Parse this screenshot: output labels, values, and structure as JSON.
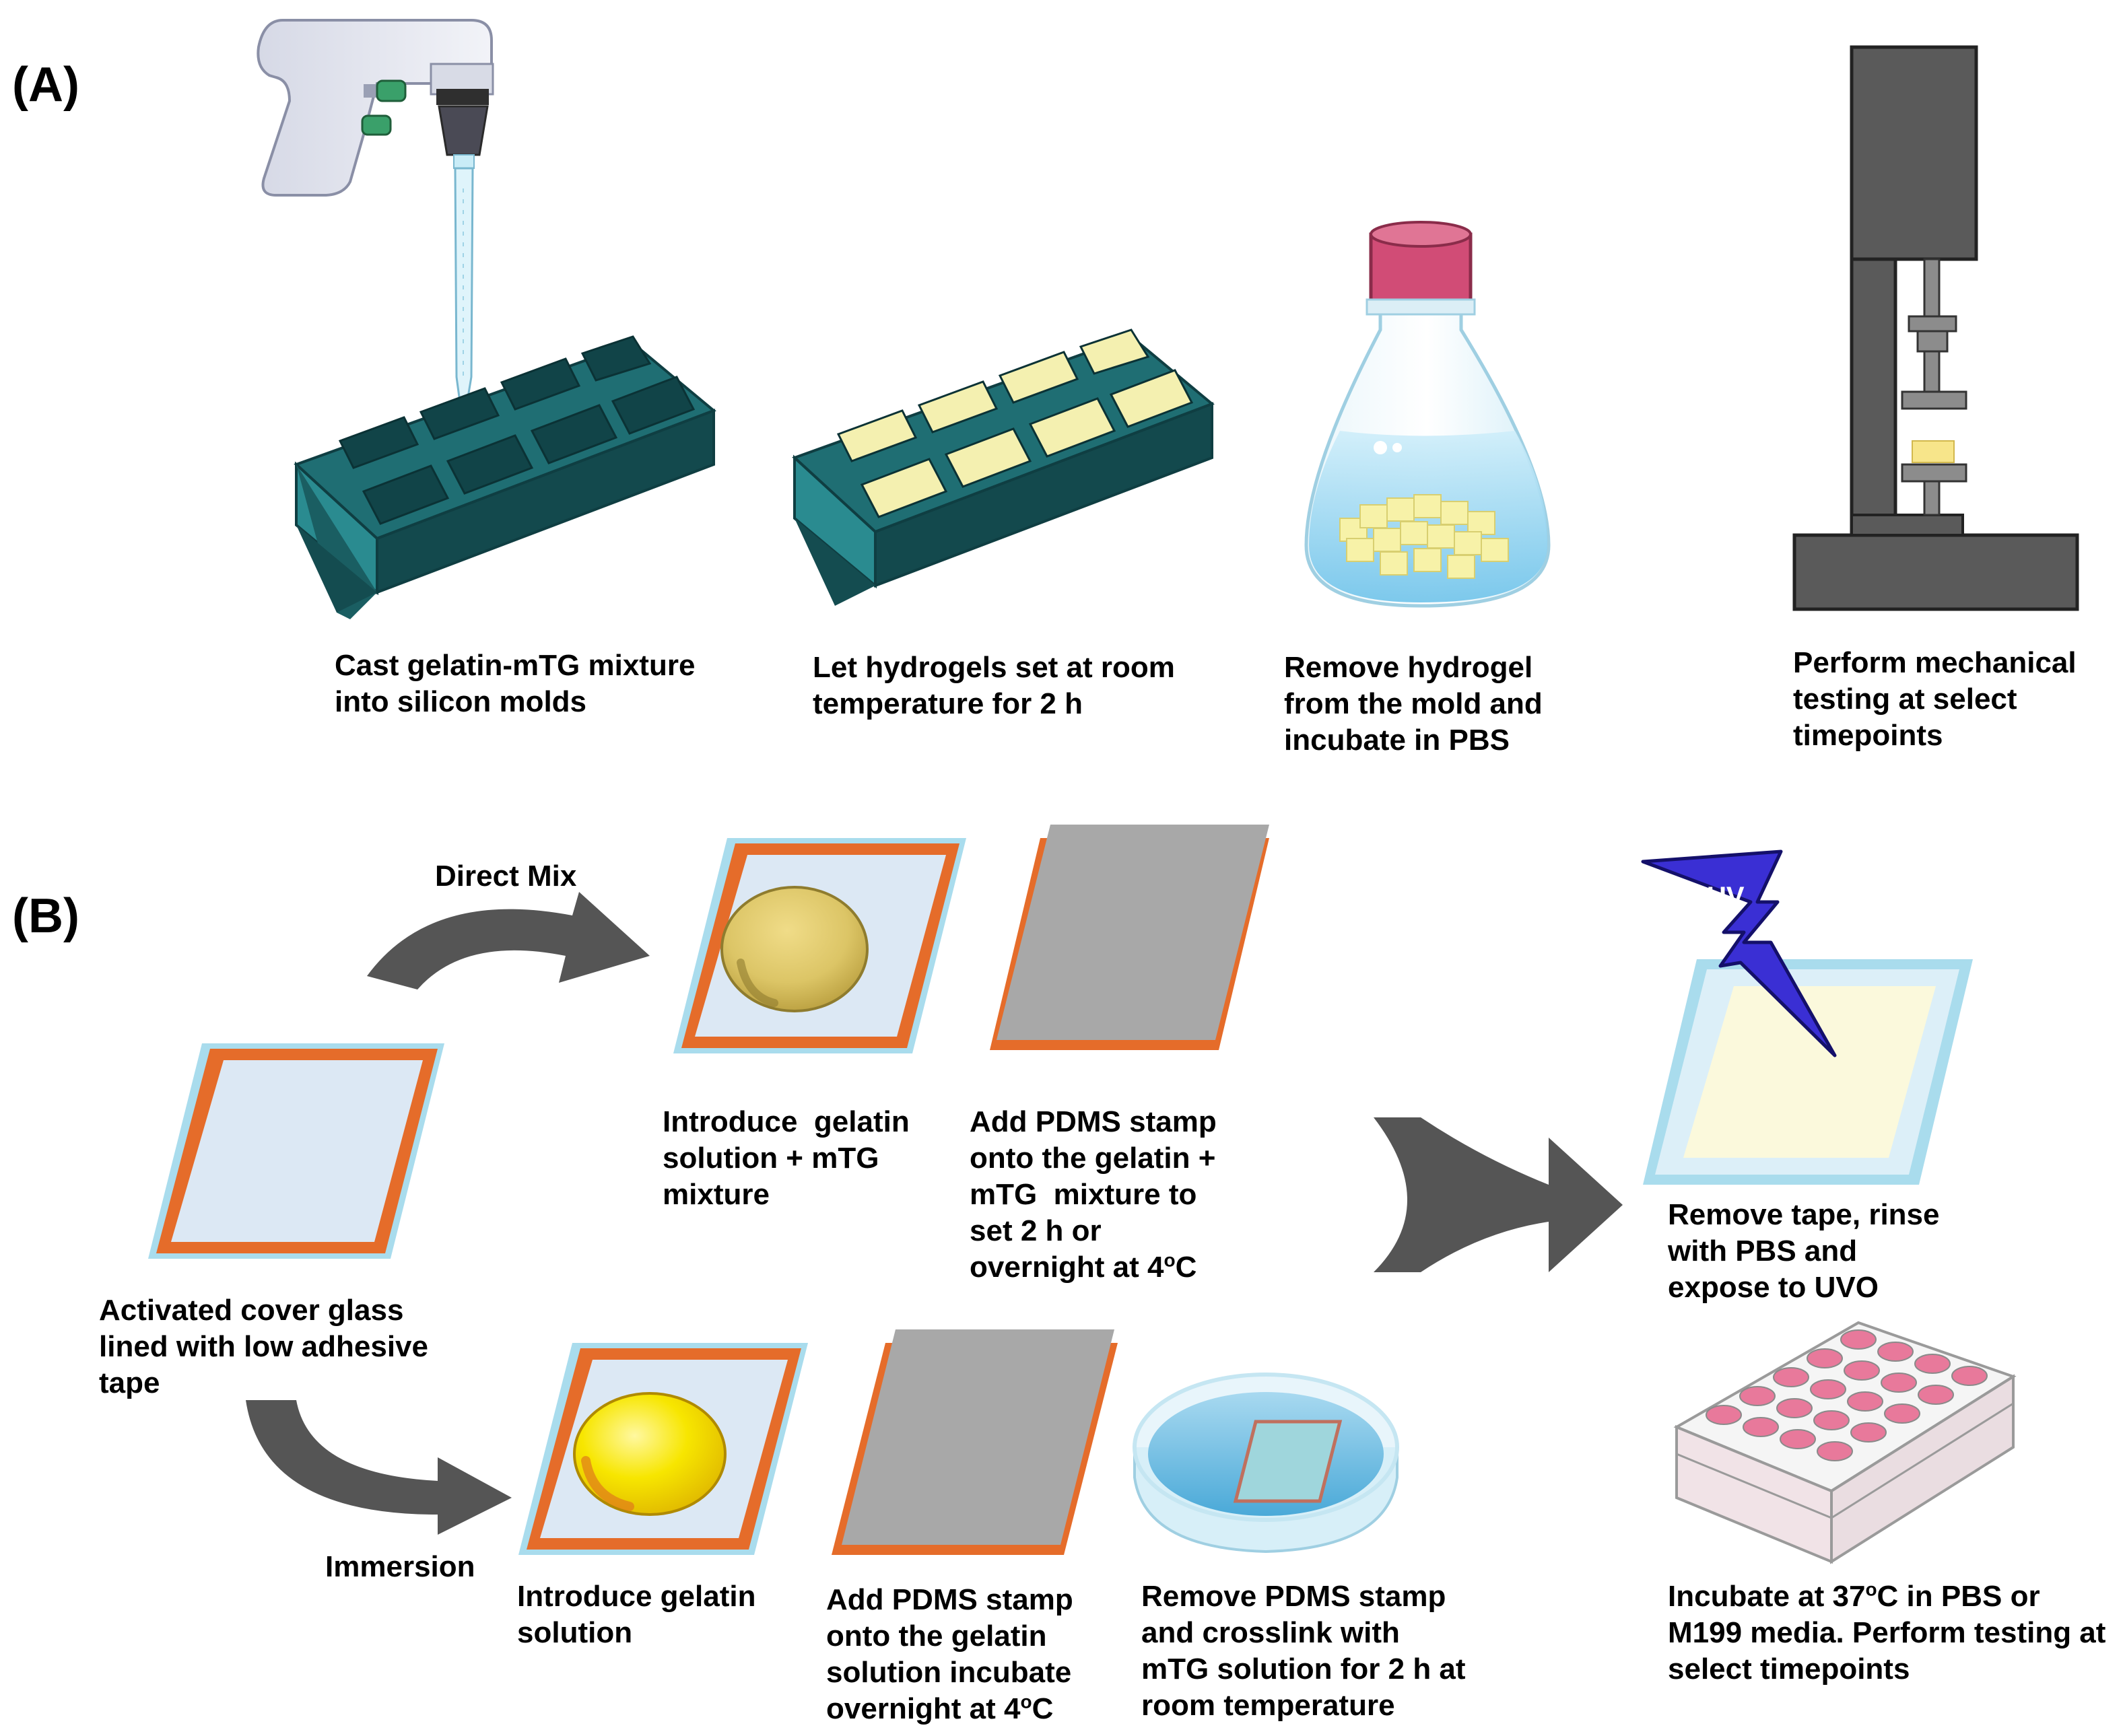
{
  "panel_a": {
    "label": "(A)",
    "steps": [
      {
        "lines": [
          "Cast gelatin-mTG mixture",
          "into silicon molds"
        ]
      },
      {
        "lines": [
          "Let hydrogels set at room",
          "temperature for 2 h"
        ]
      },
      {
        "lines": [
          "Remove hydrogel",
          "from the mold and",
          "incubate in PBS"
        ]
      },
      {
        "lines": [
          "Perform mechanical",
          "testing at select",
          "timepoints"
        ]
      }
    ]
  },
  "panel_b": {
    "label": "(B)",
    "start": {
      "lines": [
        "Activated cover glass",
        "lined with low adhesive",
        "tape"
      ]
    },
    "route_direct": {
      "label": "Direct Mix",
      "step1": {
        "lines": [
          "Introduce  gelatin",
          "solution + mTG",
          "mixture"
        ]
      },
      "step2": {
        "lines": [
          "Add PDMS stamp",
          "onto the gelatin +",
          "mTG  mixture to",
          "set 2 h or"
        ],
        "last_pre": "overnight at 4",
        "last_sup": "o",
        "last_post": "C"
      }
    },
    "route_immersion": {
      "label": "Immersion",
      "step1": {
        "lines": [
          "Introduce gelatin",
          "solution"
        ]
      },
      "step2": {
        "lines": [
          "Add PDMS stamp",
          "onto the gelatin",
          "solution incubate"
        ],
        "last_pre": "overnight at 4",
        "last_sup": "o",
        "last_post": "C"
      },
      "step3": {
        "lines": [
          "Remove PDMS stamp",
          "and crosslink with",
          "mTG solution for 2 h at",
          "room temperature"
        ]
      }
    },
    "uv_label": "UV",
    "final1": {
      "lines": [
        "Remove tape, rinse",
        "with PBS and",
        "expose to UVO"
      ]
    },
    "final2": {
      "l1_pre": "Incubate at 37",
      "l1_sup": "o",
      "l1_post": "C in PBS or",
      "lines": [
        "M199 media. Perform testing at",
        "select timepoints"
      ]
    }
  },
  "colors": {
    "mold": "#1e6b70",
    "gel_pale": "#f4f0b0",
    "tape_orange": "#e56c2a",
    "cover_glass": "#dce8f4",
    "glass_edge": "#a9dced",
    "pdms_gray": "#a8a8a8",
    "arrow_gray": "#555555",
    "uv_blue": "#3a2fd4",
    "gel_yellow": "#f5e400",
    "gel_tan": "#ddc56a",
    "pink_cap": "#d45a7a",
    "tester_dark": "#5a5a5a"
  }
}
